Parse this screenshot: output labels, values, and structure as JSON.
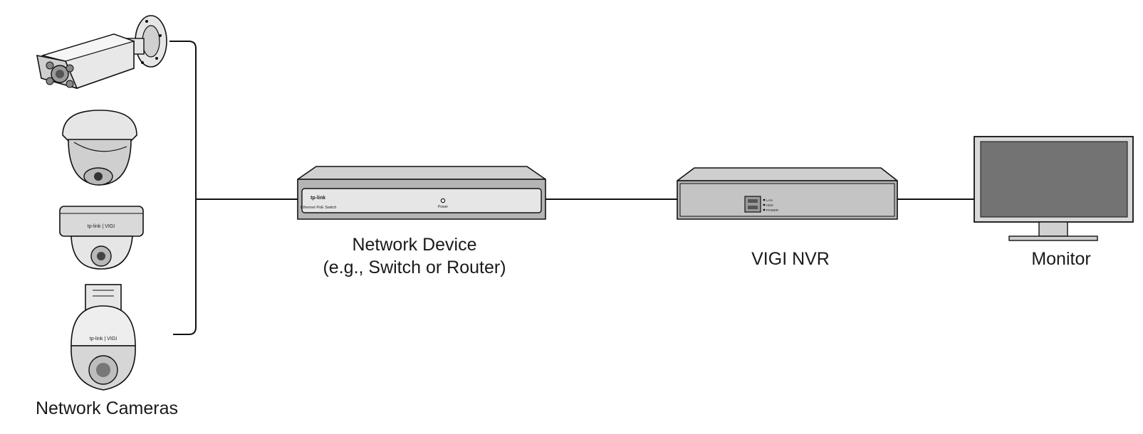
{
  "labels": {
    "cameras": "Network Cameras",
    "network_device_line1": "Network Device",
    "network_device_line2": "(e.g., Switch or Router)",
    "nvr": "VIGI NVR",
    "monitor": "Monitor"
  },
  "devices": {
    "switch": {
      "brand": "tp-link",
      "model_text": "Ethernet PoE Switch",
      "led_label": "Power"
    },
    "nvr": {
      "port_labels": [
        "LAN",
        "HDD",
        "POWER"
      ]
    },
    "camera_brand": "tp-link | VIGI"
  },
  "colors": {
    "device_gray": "#b5b5b5",
    "device_light": "#e6e6e6",
    "screen": "#737373",
    "line": "#111111"
  }
}
